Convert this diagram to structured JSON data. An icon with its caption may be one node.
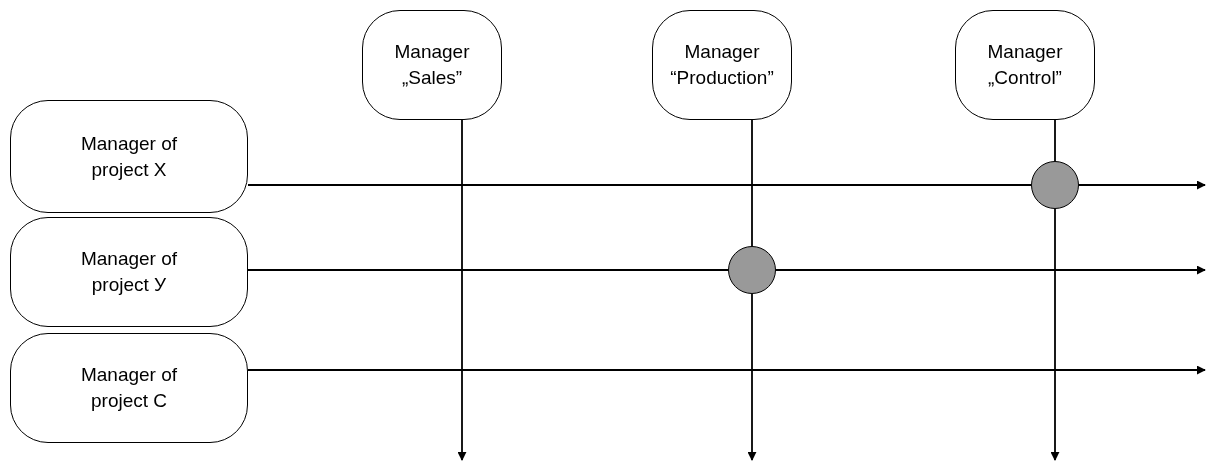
{
  "diagram": {
    "nodes": [
      {
        "text": [
          "Manager „Sales”"
        ]
      },
      {
        "text": [
          "Manager “Production”"
        ]
      },
      {
        "text": [
          "Manager „Control”"
        ]
      },
      {
        "text": [
          "Manager of project X"
        ]
      },
      {
        "text": [],
        "shape": "circle"
      },
      {
        "text": [
          "Manager of project У"
        ]
      },
      {
        "text": [],
        "shape": "circle"
      },
      {
        "text": [
          "Manager of project C"
        ]
      }
    ],
    "edges": [
      {
        "from": 0,
        "to": null,
        "arrow": "to"
      },
      {
        "from": 1,
        "to": 6,
        "arrow": "none"
      },
      {
        "from": 6,
        "to": null,
        "arrow": "to"
      },
      {
        "from": 2,
        "to": 4,
        "arrow": "none"
      },
      {
        "from": 4,
        "to": null,
        "arrow": "to"
      },
      {
        "from": 3,
        "to": 4,
        "arrow": "none"
      },
      {
        "from": 4,
        "to": null,
        "arrow": "to"
      },
      {
        "from": 5,
        "to": 6,
        "arrow": "none"
      },
      {
        "from": 6,
        "to": null,
        "arrow": "to"
      },
      {
        "from": 7,
        "to": null,
        "arrow": "to"
      }
    ]
  }
}
